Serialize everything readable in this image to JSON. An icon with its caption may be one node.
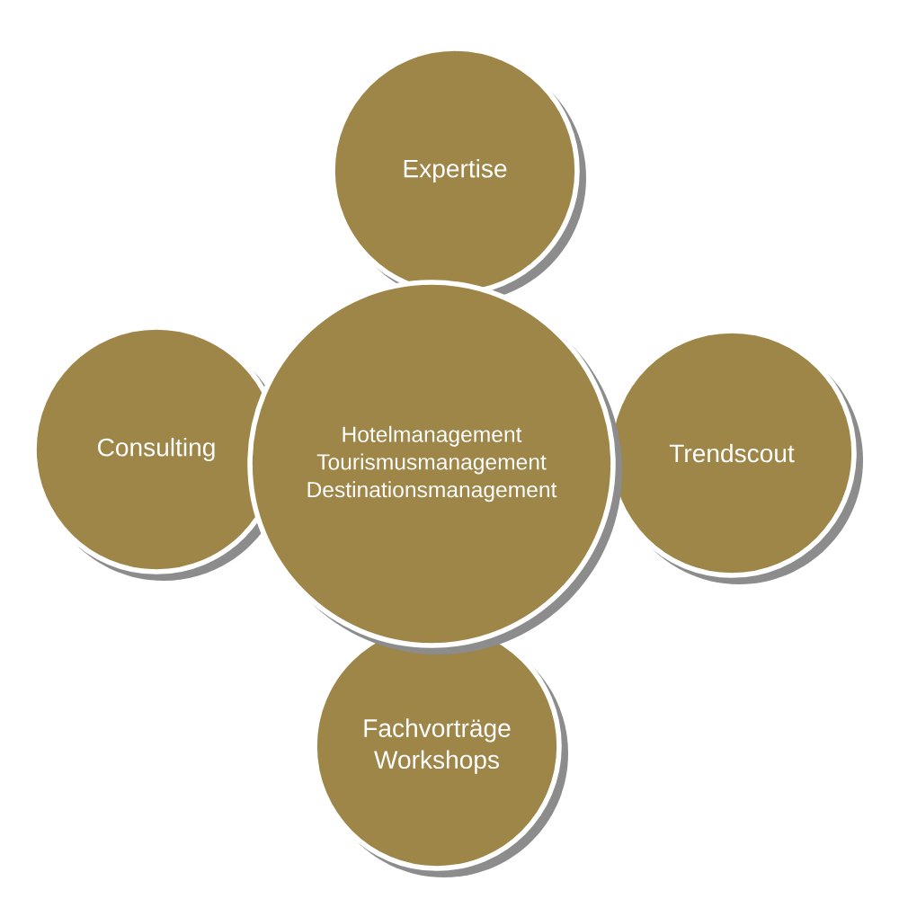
{
  "diagram": {
    "nodes": [
      {
        "text": [
          "Expertise"
        ]
      },
      {
        "text": [
          "Consulting"
        ]
      },
      {
        "text": [
          "Hotelmanagement",
          "Tourismusmanagement",
          "Destinationsmanagement"
        ]
      },
      {
        "text": [
          "Trendscout"
        ]
      },
      {
        "text": [
          "Fachvorträge",
          "Workshops"
        ]
      }
    ]
  }
}
